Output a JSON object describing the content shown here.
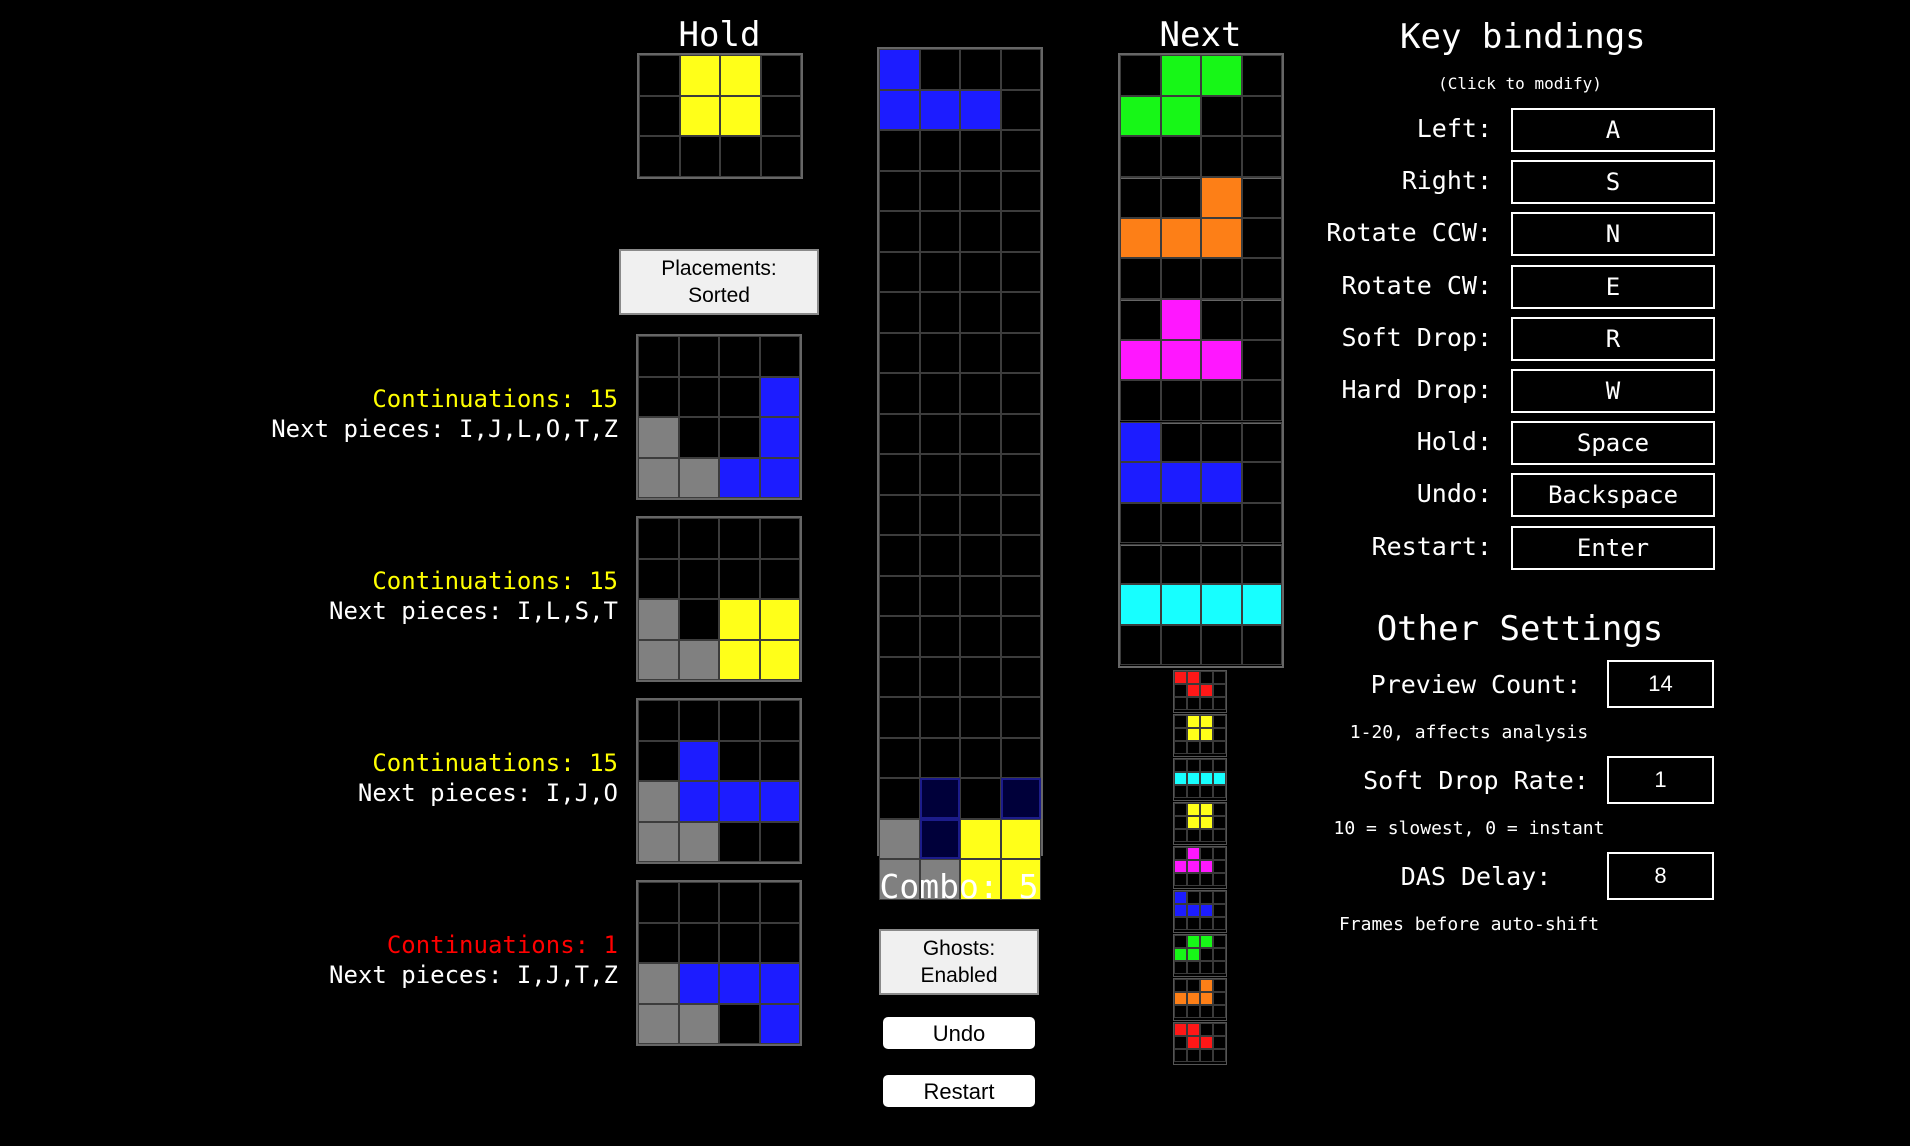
{
  "hold": {
    "title": "Hold",
    "cells": [
      ".YY.",
      ".YY.",
      "...."
    ]
  },
  "placements_button": {
    "line1": "Placements:",
    "line2": "Sorted"
  },
  "analyses": [
    {
      "continuations_label": "Continuations: 15",
      "next_label": "Next pieces: I,J,L,O,T,Z",
      "status_color": "#ffff00",
      "cells": [
        "....",
        "...B",
        "G..B",
        "GGBB"
      ]
    },
    {
      "continuations_label": "Continuations: 15",
      "next_label": "Next pieces: I,L,S,T",
      "status_color": "#ffff00",
      "cells": [
        "....",
        "....",
        "G.YY",
        "GGYY"
      ]
    },
    {
      "continuations_label": "Continuations: 15",
      "next_label": "Next pieces: I,J,O",
      "status_color": "#ffff00",
      "cells": [
        "....",
        ".B..",
        "GBBB",
        "GG.."
      ]
    },
    {
      "continuations_label": "Continuations: 1",
      "next_label": "Next pieces: I,J,T,Z",
      "status_color": "#ff0000",
      "cells": [
        "....",
        "....",
        "GBBB",
        "GG.B"
      ]
    }
  ],
  "board": {
    "rows": [
      "B...",
      "BBB.",
      "....",
      "....",
      "....",
      "....",
      "....",
      "....",
      "....",
      "....",
      "....",
      "....",
      "....",
      "....",
      "....",
      "....",
      "....",
      "....",
      ".b.b",
      "GbYY",
      "GGYY"
    ]
  },
  "combo_label": "Combo: 5",
  "ghosts_button": {
    "line1": "Ghosts:",
    "line2": "Enabled"
  },
  "undo_label": "Undo",
  "restart_label": "Restart",
  "next": {
    "title": "Next",
    "pieces": [
      [
        ".SS.",
        "SS..",
        "...."
      ],
      [
        "..L.",
        "LLL.",
        "...."
      ],
      [
        ".T..",
        "TTT.",
        "...."
      ],
      [
        "J...",
        "JJJ.",
        "...."
      ],
      [
        "....",
        "IIII",
        "...."
      ]
    ],
    "mini_pieces": [
      [
        "ZZ.",
        ".ZZ"
      ],
      [
        ".YY",
        ".YY"
      ],
      [
        "IIII"
      ],
      [
        ".YY",
        ".YY"
      ],
      [
        ".T.",
        "TTT"
      ],
      [
        "J..",
        "JJJ"
      ],
      [
        ".SS",
        "SS."
      ],
      [
        "..L",
        "LLL"
      ],
      [
        "ZZ.",
        ".ZZ"
      ]
    ]
  },
  "colors": {
    "Y": "#ffff19",
    "B": "#1c1cff",
    "G": "#808080",
    "S": "#17f717",
    "L": "#fd7f17",
    "T": "#ff17ff",
    "J": "#1c1cff",
    "I": "#17ffff",
    "Z": "#ff1717",
    "ghost_b": "#00003a",
    "ghost_y": "#3a3a14",
    "ghost_b_border": "#1c1c8a",
    "ghost_y_border": "#6e6e2a"
  },
  "key_bindings": {
    "title": "Key bindings",
    "hint": "(Click to modify)",
    "items": [
      {
        "label": "Left:",
        "key": "A"
      },
      {
        "label": "Right:",
        "key": "S"
      },
      {
        "label": "Rotate CCW:",
        "key": "N"
      },
      {
        "label": "Rotate CW:",
        "key": "E"
      },
      {
        "label": "Soft Drop:",
        "key": "R"
      },
      {
        "label": "Hard Drop:",
        "key": "W"
      },
      {
        "label": "Hold:",
        "key": "Space"
      },
      {
        "label": "Undo:",
        "key": "Backspace"
      },
      {
        "label": "Restart:",
        "key": "Enter"
      }
    ]
  },
  "other_settings": {
    "title": "Other Settings",
    "items": [
      {
        "label": "Preview Count:",
        "value": "14",
        "hint": "1-20, affects analysis"
      },
      {
        "label": "Soft Drop Rate:",
        "value": "1",
        "hint": "10 = slowest, 0 = instant"
      },
      {
        "label": "DAS Delay:",
        "value": "8",
        "hint": "Frames before auto-shift"
      }
    ]
  }
}
